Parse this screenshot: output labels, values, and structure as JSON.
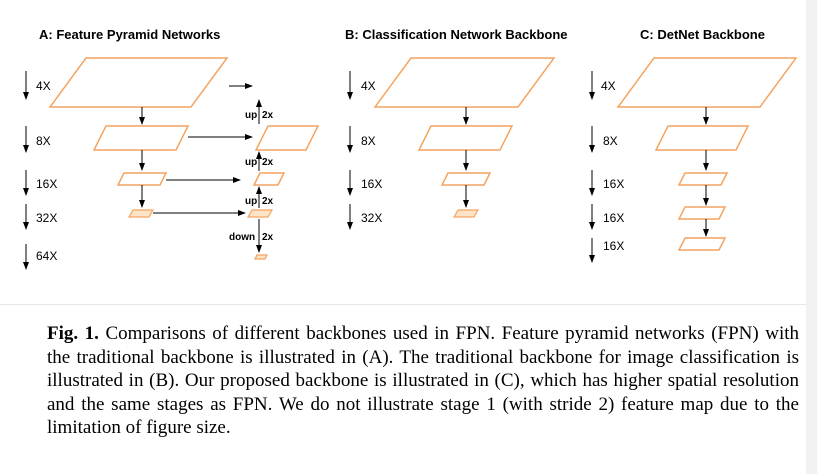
{
  "panels": {
    "a": {
      "title": "A: Feature Pyramid Networks",
      "scales": [
        "4X",
        "8X",
        "16X",
        "32X",
        "64X"
      ],
      "ops": [
        "up",
        "2x",
        "up",
        "2x",
        "up",
        "2x",
        "down",
        "2x"
      ]
    },
    "b": {
      "title": "B: Classification Network Backbone",
      "scales": [
        "4X",
        "8X",
        "16X",
        "32X"
      ]
    },
    "c": {
      "title": "C: DetNet Backbone",
      "scales": [
        "4X",
        "8X",
        "16X",
        "16X",
        "16X"
      ]
    }
  },
  "caption": {
    "label": "Fig. 1.",
    "text": "Comparisons of different backbones used in FPN. Feature pyramid networks (FPN) with the traditional backbone is illustrated in (A). The traditional backbone for image classification is illustrated in (B). Our proposed backbone is illustrated in (C), which has higher spatial resolution and the same stages as FPN. We do not illustrate stage 1 (with stride 2) feature map due to the limitation of figure size."
  },
  "colors": {
    "feature_map_stroke": "#f4a460",
    "feature_map_small_fill": "#fde4c8"
  }
}
